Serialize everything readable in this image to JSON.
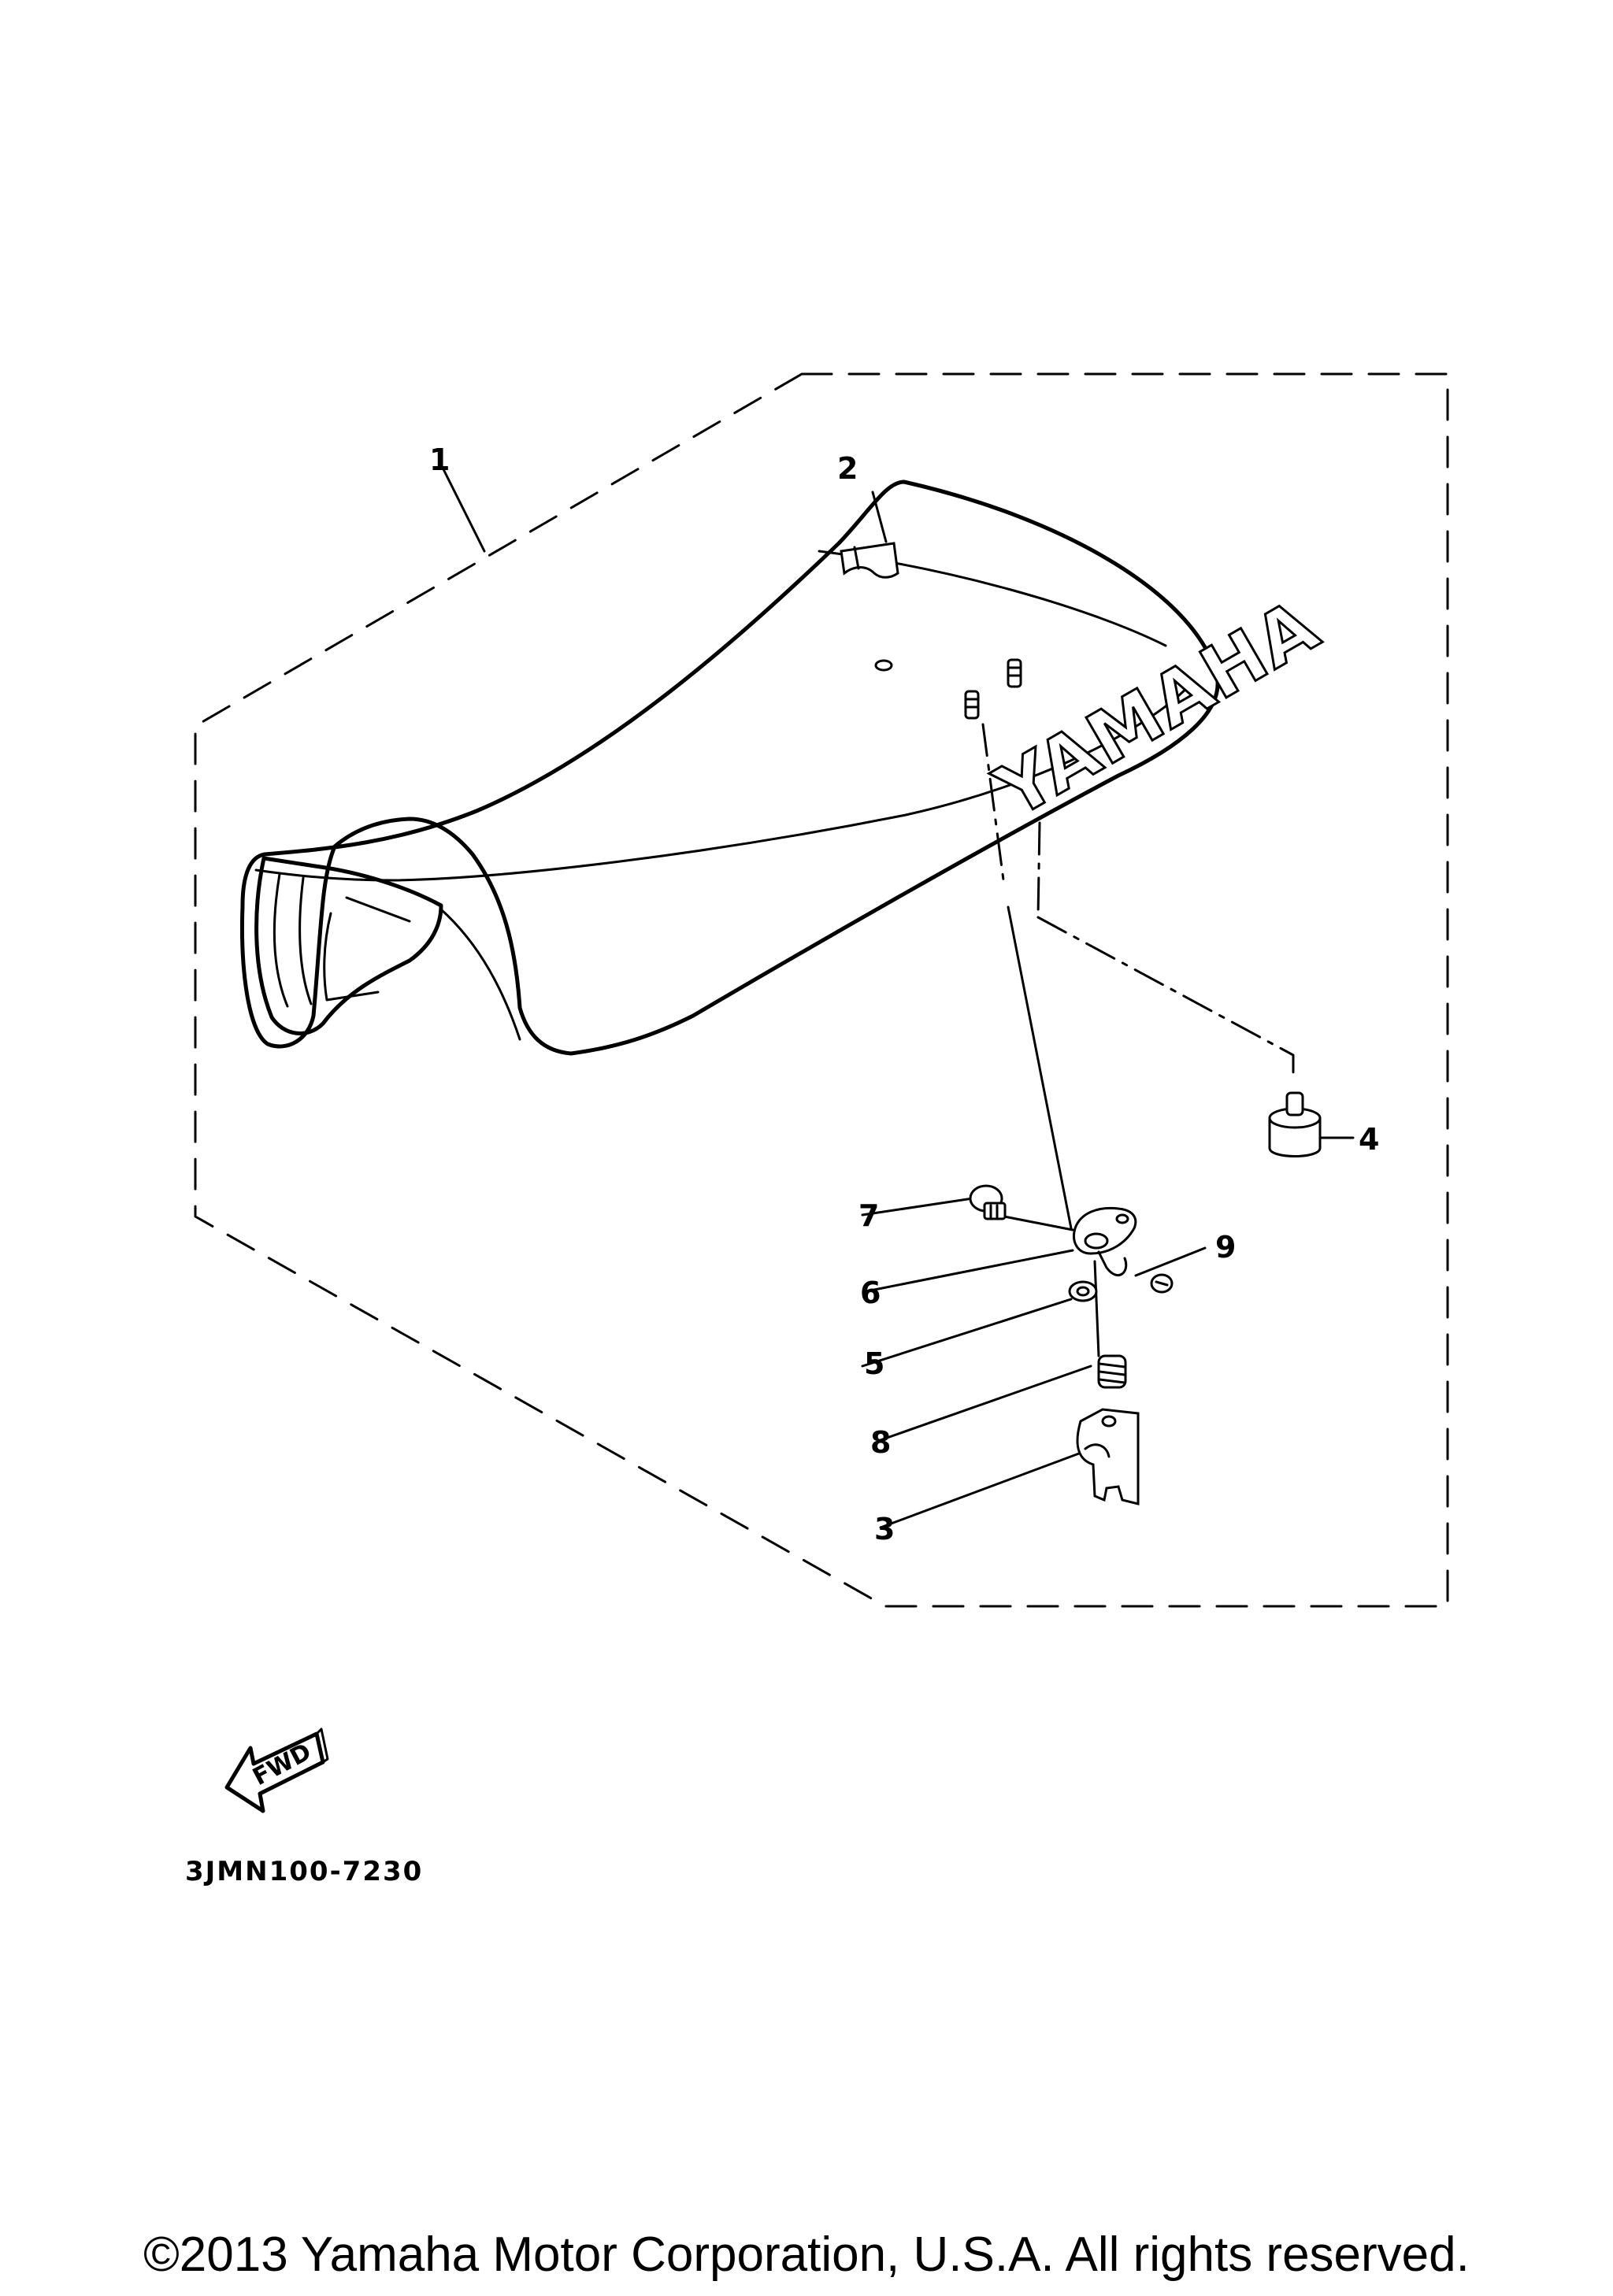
{
  "diagram": {
    "callouts": [
      {
        "id": "1",
        "label": "1"
      },
      {
        "id": "2",
        "label": "2"
      },
      {
        "id": "3",
        "label": "3"
      },
      {
        "id": "4",
        "label": "4"
      },
      {
        "id": "5",
        "label": "5"
      },
      {
        "id": "6",
        "label": "6"
      },
      {
        "id": "7",
        "label": "7"
      },
      {
        "id": "8",
        "label": "8"
      },
      {
        "id": "9",
        "label": "9"
      }
    ],
    "seat_logo": "YAMAHA",
    "direction_label": "FWD",
    "part_code": "3JMN100-7230"
  },
  "footer": {
    "copyright": "©2013 Yamaha Motor Corporation, U.S.A. All rights reserved."
  }
}
